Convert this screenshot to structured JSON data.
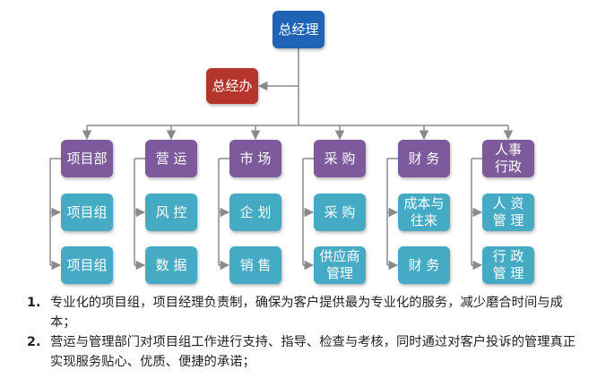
{
  "top": {
    "label": "总经理"
  },
  "office": {
    "label": "总经办"
  },
  "departments": [
    {
      "label": "项目部",
      "children": [
        "项目组",
        "项目组"
      ]
    },
    {
      "label": "营 运",
      "children": [
        "风 控",
        "数 据"
      ]
    },
    {
      "label": "市 场",
      "children": [
        "企 划",
        "销 售"
      ]
    },
    {
      "label": "采 购",
      "children": [
        "采 购",
        "供应商\n管理"
      ]
    },
    {
      "label": "财 务",
      "children": [
        "成本与\n往来",
        "财 务"
      ]
    },
    {
      "label": "人事\n行政",
      "children": [
        "人 资\n管 理",
        "行 政\n管 理"
      ]
    }
  ],
  "notes": [
    {
      "num": "1.",
      "text": "专业化的项目组，项目经理负责制，确保为客户提供最为专业化的服务，减少磨合时间与成本；"
    },
    {
      "num": "2.",
      "text": "营运与管理部门对项目组工作进行支持、指导、检查与考核，同时通过对客户投诉的管理真正实现服务贴心、优质、便捷的承诺；"
    }
  ],
  "colors": {
    "top": "#1e63b5",
    "office": "#b5352c",
    "department": "#7d5a9c",
    "team": "#45abc4",
    "connector": "#8a8a8a"
  }
}
